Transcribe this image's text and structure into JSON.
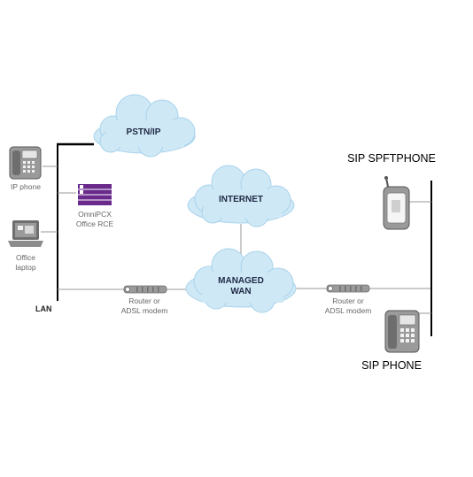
{
  "clouds": {
    "pstn": "PSTN/IP",
    "internet": "INTERNET",
    "managed_wan_line1": "MANAGED",
    "managed_wan_line2": "WAN"
  },
  "left_lan": {
    "ip_phone_label": "IP phone",
    "omnipcx_line1": "OmniPCX",
    "omnipcx_line2": "Office RCE",
    "laptop_line1": "Office",
    "laptop_line2": "laptop",
    "lan_label": "LAN",
    "router_line1": "Router or",
    "router_line2": "ADSL modem"
  },
  "right_site": {
    "softphone_label": "SIP SPFTPHONE",
    "sip_phone_label": "SIP PHONE",
    "router_line1": "Router or",
    "router_line2": "ADSL modem"
  },
  "colors": {
    "cloud_fill": "#cfe8f6",
    "cloud_stroke": "#a9d3ec",
    "pbx_purple": "#6a2a8c",
    "line": "#000000",
    "thin_line": "#9a9a9a",
    "device_gray": "#8c8c8c"
  },
  "icons": [
    "ip-phone-icon",
    "pbx-icon",
    "laptop-icon",
    "router-icon",
    "softphone-icon",
    "sip-phone-icon"
  ]
}
